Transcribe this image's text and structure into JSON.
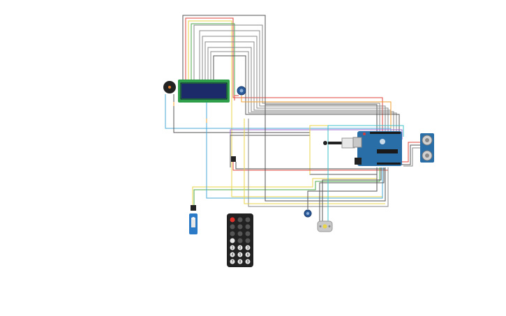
{
  "colors": {
    "background": "#ffffff",
    "wire_gray": "#8a8a8a",
    "wire_dark": "#555555",
    "wire_red": "#e0453a",
    "wire_yellow": "#e8d44a",
    "wire_green": "#4caa4a",
    "wire_orange": "#f0a030",
    "wire_blue": "#4aa8d8",
    "wire_purple": "#9a6ad0",
    "wire_cyan": "#3fc0c8",
    "lcd_board": "#2e9e4a",
    "lcd_screen": "#1c2a6a",
    "arduino_board": "#2a6ea8",
    "remote_body": "#222222",
    "remote_power": "#e0302a"
  },
  "components": {
    "buzzer": {
      "icon": "buzzer-icon"
    },
    "lcd": {
      "icon": "lcd-16x2-icon"
    },
    "potentiometer": {
      "icon": "potentiometer-icon"
    },
    "arduino": {
      "icon": "arduino-uno-icon"
    },
    "ultrasonic": {
      "icon": "ultrasonic-sensor-icon"
    },
    "servo": {
      "icon": "servo-motor-icon"
    },
    "ir_remote": {
      "icon": "ir-remote-icon",
      "button_labels": [
        "1",
        "2",
        "3",
        "4",
        "5",
        "6",
        "7",
        "8",
        "9"
      ]
    },
    "ir_receiver": {
      "icon": "ir-receiver-icon"
    },
    "dc_motor": {
      "icon": "dc-motor-icon"
    },
    "potentiometer_2": {
      "icon": "potentiometer-icon"
    }
  }
}
